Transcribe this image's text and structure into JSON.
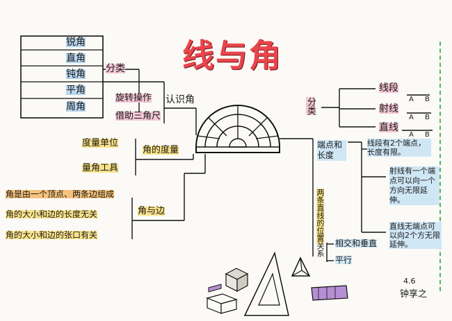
{
  "title": "线与角",
  "left_branch": {
    "recognize": "认识角",
    "classify": "分类",
    "angle_types": [
      "锐角",
      "直角",
      "钝角",
      "平角",
      "周角"
    ],
    "drawing": [
      "旋转操作",
      "借助三角尺"
    ],
    "measure_head": "角的度量",
    "measure_items": [
      "度量单位",
      "量角工具"
    ],
    "relation_head": "角与边",
    "relation_items": [
      "角是由一个顶点、两条边组成",
      "角的大小和边的长度无关",
      "角的大小和边的张口有关"
    ]
  },
  "right_branch": {
    "classify": "分类",
    "line_types": [
      "线段",
      "射线",
      "直线"
    ],
    "endpoint_labels": [
      "A",
      "B",
      "A",
      "B",
      "A",
      "B"
    ],
    "endpoints_head": "端点和长度",
    "descriptions": [
      "线段有2个端点，长度有限。",
      "射线有一个端点可以向一个方向无限延伸。",
      "直线无端点可以向2个方无限延伸。"
    ],
    "relation_head": "两条直线的位置关系",
    "relations": [
      "相交和垂直",
      "平行"
    ]
  },
  "footer": {
    "date": "4.6",
    "author": "钟享之"
  }
}
